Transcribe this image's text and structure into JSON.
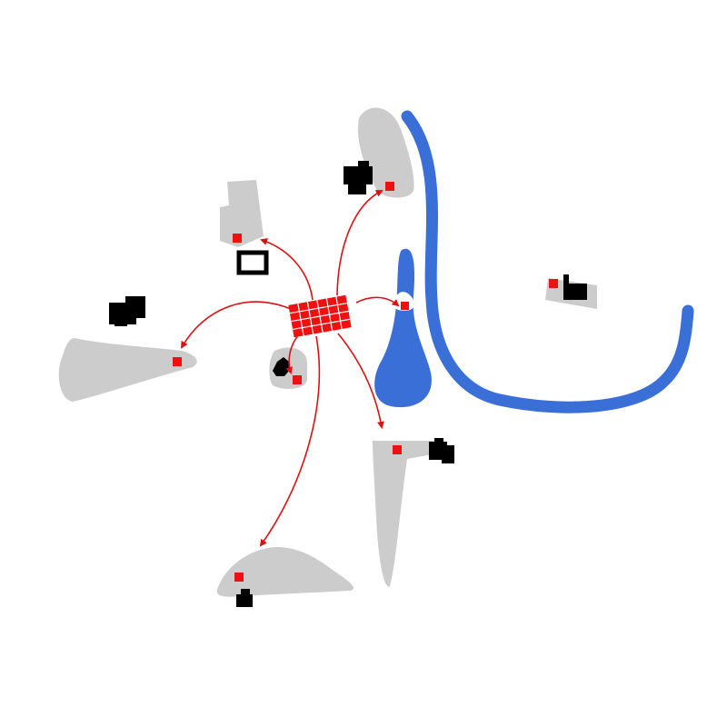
{
  "colors": {
    "background": "#ffffff",
    "site": "#cccccc",
    "water": "#3b6fd8",
    "building": "#000000",
    "marker": "#ee1111",
    "arrow": "#dd1111",
    "hub": "#ee1111"
  },
  "hub": {
    "label": "",
    "grid_rows": 4,
    "grid_cols": 6
  },
  "sites": [
    {
      "id": "north-river-site",
      "arrow": true
    },
    {
      "id": "north-west-site",
      "arrow": true
    },
    {
      "id": "west-site",
      "arrow": true
    },
    {
      "id": "central-small-site",
      "arrow": true
    },
    {
      "id": "pond-island-site",
      "arrow": true
    },
    {
      "id": "south-east-site",
      "arrow": true
    },
    {
      "id": "south-site",
      "arrow": true
    },
    {
      "id": "east-site",
      "arrow": false
    }
  ],
  "water": [
    "river",
    "pond"
  ]
}
